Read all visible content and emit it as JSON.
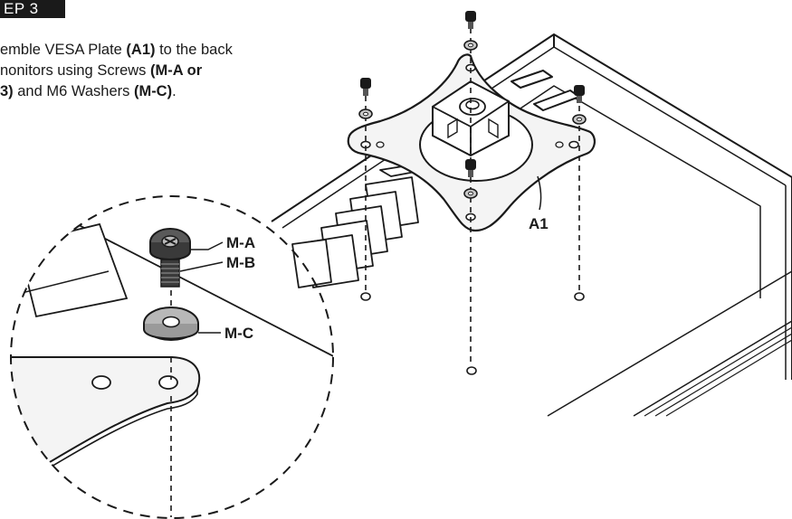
{
  "step": {
    "label": "EP 3"
  },
  "instructions": {
    "line1_a": "emble VESA Plate ",
    "line1_b": "(A1)",
    "line1_c": " to the back",
    "line2_a": "nonitors using Screws ",
    "line2_b": "(M-A or",
    "line3_a": "3)",
    "line3_b": " and M6 Washers ",
    "line3_c": "(M-C)",
    "line3_d": "."
  },
  "callouts": {
    "ma": "M-A",
    "mb": "M-B",
    "mc": "M-C",
    "a1": "A1"
  },
  "colors": {
    "ink": "#1a1a1a",
    "washer": "#c8c8c8",
    "plate": "#f4f4f4"
  }
}
